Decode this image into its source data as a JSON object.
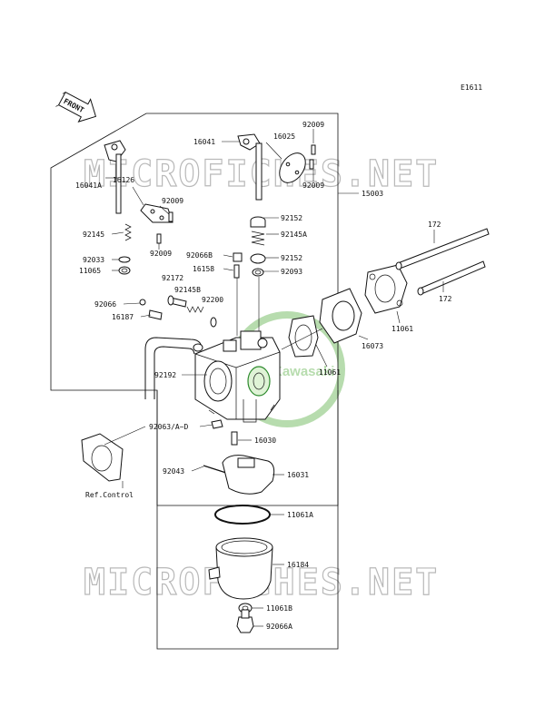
{
  "diagram_code": "E1611",
  "front_badge": "FRONT",
  "watermark_text": "MICROFICHES.NET",
  "logo_text": "Kawasaki",
  "accent_color": "#2d8a2d",
  "labels": {
    "p16041": "16041",
    "p16025": "16025",
    "p92009a": "92009",
    "p92009b": "92009",
    "p92009c": "92009",
    "p92009d": "92009",
    "p15003": "15003",
    "p16126": "16126",
    "p16041A": "16041A",
    "p92152a": "92152",
    "p92152b": "92152",
    "p92145": "92145",
    "p92145A": "92145A",
    "p92066B": "92066B",
    "p92093": "92093",
    "p92033": "92033",
    "p11065": "11065",
    "p16158": "16158",
    "p92172": "92172",
    "p92145B": "92145B",
    "p92200": "92200",
    "p92066": "92066",
    "p16187": "16187",
    "p92192": "92192",
    "p172a": "172",
    "p172b": "172",
    "p11061": "11061",
    "p16073": "16073",
    "p11061_2": "11061",
    "p92063": "92063/A~D",
    "p16030": "16030",
    "p92043": "92043",
    "p16031": "16031",
    "p11061A": "11061A",
    "p16184": "16184",
    "p11061B": "11061B",
    "p92066A": "92066A",
    "refcontrol": "Ref.Control"
  }
}
